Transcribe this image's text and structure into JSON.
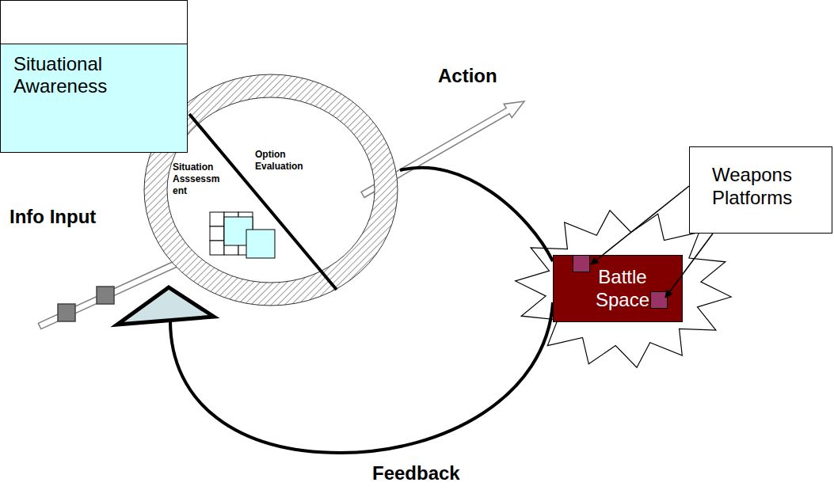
{
  "diagram": {
    "nodes": [
      {
        "text": [
          "Situational Awareness"
        ]
      },
      {
        "text": [
          "Situation Asssessment",
          "Option Evaluation"
        ]
      },
      {
        "text": [
          "Weapons Platforms"
        ]
      },
      {
        "text": [
          "Battle Space"
        ]
      }
    ],
    "edges": [
      {
        "from": 1,
        "to": 3,
        "arrow": "none"
      },
      {
        "from": 3,
        "to": 1,
        "arrow": "to",
        "label": "Feedback"
      },
      {
        "from": 2,
        "to": 3,
        "arrow": "to"
      },
      {
        "from": 2,
        "to": 3,
        "arrow": "to"
      }
    ],
    "labels": [
      "Action",
      "Info Input"
    ]
  }
}
